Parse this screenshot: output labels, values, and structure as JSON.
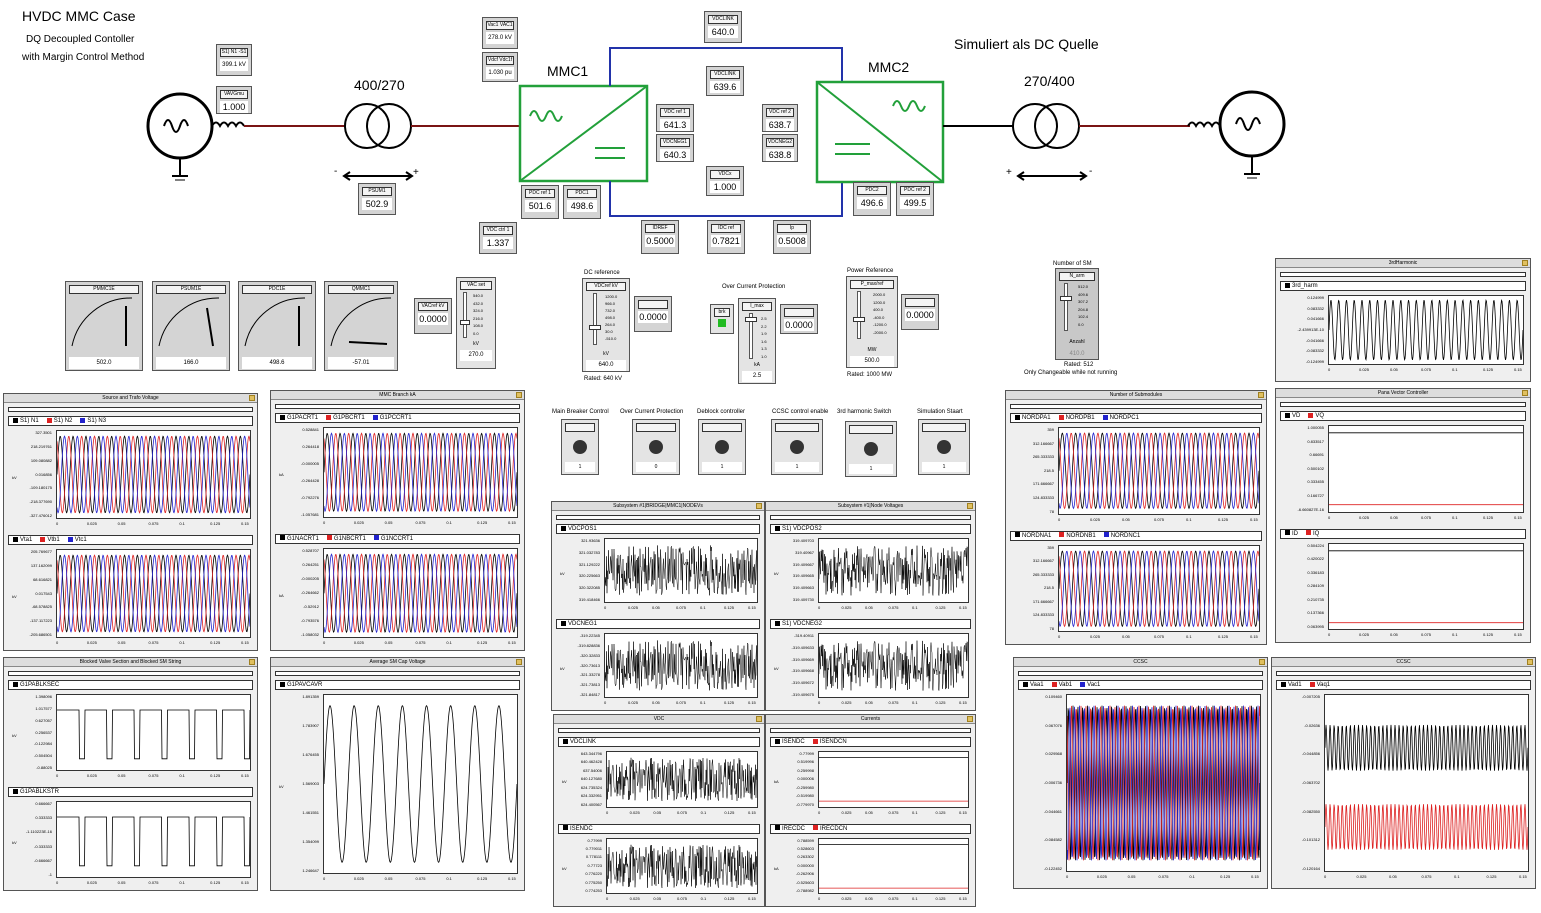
{
  "header": {
    "title": "HVDC MMC Case",
    "sub1": "DQ Decoupled Contoller",
    "sub2": "with Margin Control Method",
    "right": "Simuliert als DC Quelle"
  },
  "diagram": {
    "mmc1": "MMC1",
    "mmc2": "MMC2",
    "tr1": "400/270",
    "tr2": "270/400",
    "minus": "-",
    "plus": "+",
    "colors": {
      "converter": "#22a03a",
      "dcline": "#2233aa",
      "acline": "#7a1414"
    }
  },
  "meters": [
    {
      "label": "S1) N1 -S1",
      "value": "399.1 kV"
    },
    {
      "label": "VAVGmu",
      "value": "1.000"
    },
    {
      "label": "Vac1 VAC1",
      "value": "278.0 kV"
    },
    {
      "label": "Vdcf Vdc1f",
      "value": "1.030 pu"
    },
    {
      "label": "VDCLINK",
      "value": "640.0"
    },
    {
      "label": "VDCLINK",
      "value": "639.6"
    },
    {
      "label": "VDC ref 1",
      "value": "641.3"
    },
    {
      "label": "VDCNEG1",
      "value": "640.3"
    },
    {
      "label": "VDC ref 2",
      "value": "638.7"
    },
    {
      "label": "VDCNEG2",
      "value": "638.8"
    },
    {
      "label": "VDCx",
      "value": "1.000"
    },
    {
      "label": "PSUM1",
      "value": "502.9"
    },
    {
      "label": "PDC ref 1",
      "value": "501.6"
    },
    {
      "label": "PDC1",
      "value": "498.6"
    },
    {
      "label": "PDC2",
      "value": "496.6"
    },
    {
      "label": "PDC ref 2",
      "value": "499.5"
    },
    {
      "label": "VDC ctrl 1",
      "value": "1.337"
    },
    {
      "label": "IDREF",
      "value": "0.5000"
    },
    {
      "label": "IDC ref",
      "value": "0.7821"
    },
    {
      "label": "Ip",
      "value": "0.5008"
    }
  ],
  "gauges": [
    {
      "label": "PMMC1E",
      "value": "502.0"
    },
    {
      "label": "PSUM1E",
      "value": "166.0"
    },
    {
      "label": "PDC1E",
      "value": "498.6"
    },
    {
      "label": "QMMC1",
      "value": "-57.01"
    }
  ],
  "sliders": {
    "vac": {
      "label": "VAC set",
      "ticks": [
        "540.0",
        "432.0",
        "324.0",
        "216.0",
        "108.0",
        "0.0"
      ],
      "unit": "kV",
      "value": "270.0",
      "readout": "0.0000",
      "readout_label": "VACref kV"
    },
    "dc": {
      "title": "DC reference",
      "label": "VDCref kV",
      "ticks": [
        "1200.0",
        "966.0",
        "732.0",
        "498.0",
        "264.0",
        "30.0",
        "-510.0"
      ],
      "unit": "kV",
      "value": "640.0",
      "readout": "0.0000",
      "rated": "Rated: 640 kV"
    },
    "oc": {
      "title": "Over Current Protection",
      "label": "I_max",
      "ticks": [
        "2.5",
        "2.2",
        "1.9",
        "1.6",
        "1.3",
        "1.0"
      ],
      "unit": "kA",
      "value": "2.5",
      "readout": "0.0000",
      "brk": "brk"
    },
    "power": {
      "title": "Power Reference",
      "label": "P_max/ref",
      "ticks": [
        "2000.0",
        "1200.0",
        "400.0",
        "-400.0",
        "-1200.0",
        "-2000.0"
      ],
      "unit": "MW",
      "value": "500.0",
      "readout": "0.0000",
      "rated": "Rated: 1000 MW"
    },
    "sm": {
      "title": "Number of SM",
      "label": "N_arm",
      "ticks": [
        "512.0",
        "409.6",
        "307.2",
        "204.8",
        "102.4",
        "0.0"
      ],
      "unit": "Anzahl",
      "value": "410.0",
      "rated": "Rated: 512",
      "note": "Only Changeable while not running"
    }
  },
  "controls": [
    {
      "title": "Main Breaker Control",
      "value": "1"
    },
    {
      "title": "Over Current Protection",
      "value": "0"
    },
    {
      "title": "Deblock controller",
      "value": "1"
    },
    {
      "title": "CCSC control enable",
      "value": "1"
    },
    {
      "title": "3rd harmonic Switch",
      "value": "1"
    },
    {
      "title": "Simulation Staart",
      "value": "1"
    }
  ],
  "plots": {
    "xticks": [
      "0",
      "0.025",
      "0.05",
      "0.075",
      "0.1",
      "0.125",
      "0.15"
    ],
    "src": {
      "title": "Source and Trafo Voltage",
      "a": [
        "S1) N1",
        "S1) N2",
        "S1) N3"
      ],
      "b": [
        "Vta1",
        "Vtb1",
        "Vtc1"
      ],
      "ya": [
        "327.3501",
        "218.219761",
        "109.080882",
        "0.016856",
        "-109.180175",
        "-218.377690",
        "-327.476012"
      ],
      "yb": [
        "205.769677",
        "137.162099",
        "68.616821",
        "0.017543",
        "-68.578825",
        "-137.117223",
        "-205.686501"
      ],
      "unit": "kV"
    },
    "branch": {
      "title": "MMC Branch kA",
      "a": [
        "G1PACRT1",
        "G1PBCRT1",
        "G1PCCRT1"
      ],
      "b": [
        "G1NACRT1",
        "G1NBCRT1",
        "G1NCCRT1"
      ],
      "ya": [
        "0.528841",
        "0.264418",
        "-0.000005",
        "-0.264428",
        "-0.792276",
        "-1.057681"
      ],
      "yb": [
        "0.528707",
        "0.264251",
        "-0.000205",
        "-0.264662",
        "-0.52912",
        "-0.793576",
        "-1.058032"
      ],
      "unit": "kA"
    },
    "blocked": {
      "title": "Blocked Valve Section and Blocked SM String",
      "a": [
        "G1PABLKSEC"
      ],
      "b": [
        "G1PABLKSTR"
      ],
      "ya": [
        "1.398096",
        "1.017577",
        "0.627057",
        "0.256537",
        "-0.122984",
        "-0.504504",
        "-0.88025"
      ],
      "yb": [
        "0.666667",
        "0.333333",
        "-1.110223E-16",
        "-0.333333",
        "-0.666667",
        "-1"
      ],
      "unit": "kV"
    },
    "avg": {
      "title": "Average SM Cap Voltage",
      "a": [
        "G1PAVCAVR"
      ],
      "ya": [
        "1.891359",
        "1.783907",
        "1.676455",
        "1.569003",
        "1.461551",
        "1.354099",
        "1.246647"
      ],
      "unit": "kV"
    },
    "sub1": {
      "title": "Subsystem #1|BRIDGE|MMC1|NODEVs",
      "a": [
        "VDCPOS1"
      ],
      "b": [
        "VDCNEG1"
      ],
      "ya": [
        "321.93636",
        "321.032783",
        "321.129222",
        "320.225663",
        "320.322085",
        "319.418466"
      ],
      "yb": [
        "-319.22345",
        "-319.828836",
        "-320.32833",
        "-320.73613",
        "-321.33278",
        "-321.73813",
        "-321.84817"
      ],
      "unit": "kV"
    },
    "sub2": {
      "title": "Subsystem #1|Node Voltages",
      "a": [
        "S1) VDCPOS2"
      ],
      "b": [
        "S1) VDCNEG2"
      ],
      "ya": [
        "319.409703",
        "319.40967",
        "319.409667",
        "319.409665",
        "319.409663",
        "319.409730"
      ],
      "yb": [
        "-319.40911",
        "-319.409633",
        "-319.409669",
        "-319.409668",
        "-319.409672",
        "-319.409675"
      ],
      "unit": "kV"
    },
    "vdc": {
      "title": "VDC",
      "a": [
        "VDCLINK"
      ],
      "b": [
        "ISENDC"
      ],
      "ya": [
        "643.344796",
        "640.462428",
        "637.54006",
        "640.127680",
        "624.735324",
        "624.332951",
        "624.400567"
      ],
      "yb": [
        "0.77999",
        "0.779011",
        "0.778111",
        "0.77723",
        "0.776220",
        "0.775250",
        "0.774253"
      ],
      "unit": "kV"
    },
    "cur": {
      "title": "Currents",
      "a": [
        "ISENDC",
        "ISENDCN"
      ],
      "b": [
        "IRECDC",
        "IRECDCN"
      ],
      "ya": [
        "0.77999",
        "0.519996",
        "0.259998",
        "0.000006",
        "-0.259980",
        "-0.519980",
        "-0.779970"
      ],
      "yb": [
        "0.788599",
        "0.528603",
        "0.263302",
        "0.000000",
        "-0.262906",
        "-0.525603",
        "-0.788982"
      ],
      "unit": "kA"
    },
    "harm": {
      "title": "3rdHarmonic",
      "a": [
        "3rd_harm"
      ],
      "ya": [
        "0.124999",
        "0.083332",
        "0.041666",
        "-2.439913E-10",
        "-0.041666",
        "-0.083332",
        "-0.124999"
      ]
    },
    "nsm": {
      "title": "Number of Submodules",
      "a": [
        "NORDPA1",
        "NORDPB1",
        "NORDPC1"
      ],
      "b": [
        "NORDNA1",
        "NORDNB1",
        "NORDNC1"
      ],
      "ya": [
        "359",
        "312.166667",
        "265.333333",
        "218.5",
        "171.666667",
        "124.833333",
        "78"
      ],
      "yb": [
        "359",
        "312.166667",
        "265.333333",
        "218.5",
        "171.666667",
        "124.833333",
        "78"
      ]
    },
    "pv": {
      "title": "Pana Vector Controller",
      "a": [
        "VD",
        "VQ"
      ],
      "b": [
        "ID",
        "IQ"
      ],
      "ya": [
        "1.000055",
        "0.833517",
        "0.66691",
        "0.500102",
        "0.333455",
        "0.166727",
        "-6.660827E-16"
      ],
      "yb": [
        "0.504224",
        "0.420022",
        "0.336183",
        "0.284109",
        "0.210735",
        "0.137366",
        "0.063995"
      ]
    },
    "ccsc1": {
      "title": "CCSC",
      "a": [
        "Vaa1",
        "Vab1",
        "Vac1"
      ],
      "ya": [
        "0.109460",
        "0.067076",
        "0.029568",
        "-0.006736",
        "-0.044661",
        "-0.084582",
        "-0.122452"
      ]
    },
    "ccsc2": {
      "title": "CCSC",
      "a": [
        "Vad1",
        "Vaq1"
      ],
      "ya": [
        "-0.007205",
        "-0.02636",
        "-0.044856",
        "-0.063702",
        "-0.082550",
        "-0.101312",
        "-0.120164"
      ]
    }
  }
}
